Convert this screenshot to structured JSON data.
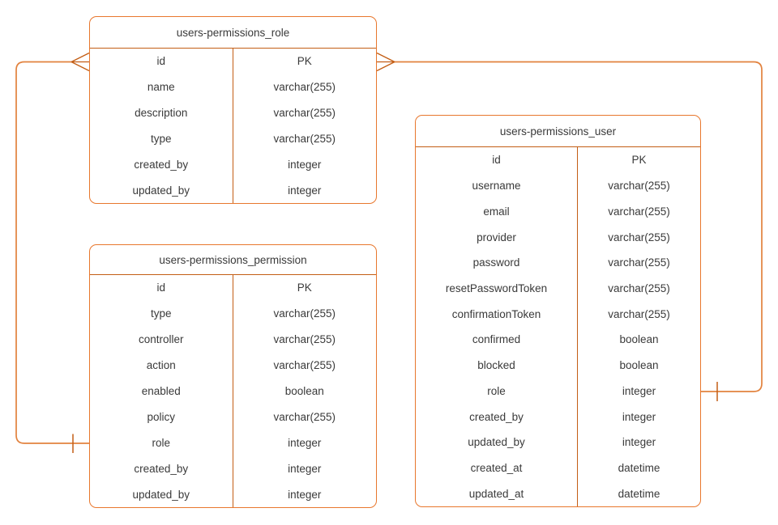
{
  "colors": {
    "table_border": "#E8772D",
    "inner_line": "#C35E15",
    "connector": "#E2823E",
    "text": "#3A3A3A",
    "background": "#FFFFFF"
  },
  "diagram": {
    "tables": [
      {
        "title": "users-permissions_role",
        "fields": [
          {
            "name": "id",
            "type": "PK"
          },
          {
            "name": "name",
            "type": "varchar(255)"
          },
          {
            "name": "description",
            "type": "varchar(255)"
          },
          {
            "name": "type",
            "type": "varchar(255)"
          },
          {
            "name": "created_by",
            "type": "integer"
          },
          {
            "name": "updated_by",
            "type": "integer"
          }
        ]
      },
      {
        "title": "users-permissions_permission",
        "fields": [
          {
            "name": "id",
            "type": "PK"
          },
          {
            "name": "type",
            "type": "varchar(255)"
          },
          {
            "name": "controller",
            "type": "varchar(255)"
          },
          {
            "name": "action",
            "type": "varchar(255)"
          },
          {
            "name": "enabled",
            "type": "boolean"
          },
          {
            "name": "policy",
            "type": "varchar(255)"
          },
          {
            "name": "role",
            "type": "integer"
          },
          {
            "name": "created_by",
            "type": "integer"
          },
          {
            "name": "updated_by",
            "type": "integer"
          }
        ]
      },
      {
        "title": "users-permissions_user",
        "fields": [
          {
            "name": "id",
            "type": "PK"
          },
          {
            "name": "username",
            "type": "varchar(255)"
          },
          {
            "name": "email",
            "type": "varchar(255)"
          },
          {
            "name": "provider",
            "type": "varchar(255)"
          },
          {
            "name": "password",
            "type": "varchar(255)"
          },
          {
            "name": "resetPasswordToken",
            "type": "varchar(255)"
          },
          {
            "name": "confirmationToken",
            "type": "varchar(255)"
          },
          {
            "name": "confirmed",
            "type": "boolean"
          },
          {
            "name": "blocked",
            "type": "boolean"
          },
          {
            "name": "role",
            "type": "integer"
          },
          {
            "name": "created_by",
            "type": "integer"
          },
          {
            "name": "updated_by",
            "type": "integer"
          },
          {
            "name": "created_at",
            "type": "datetime"
          },
          {
            "name": "updated_at",
            "type": "datetime"
          }
        ]
      }
    ],
    "relationships": [
      {
        "from_table": "users-permissions_role",
        "from_field": "id",
        "from_notation": "crow-foot-many",
        "to_table": "users-permissions_permission",
        "to_field": "role",
        "to_notation": "one-tick"
      },
      {
        "from_table": "users-permissions_role",
        "from_field": "id",
        "from_notation": "crow-foot-many",
        "to_table": "users-permissions_user",
        "to_field": "role",
        "to_notation": "one-tick"
      }
    ]
  }
}
